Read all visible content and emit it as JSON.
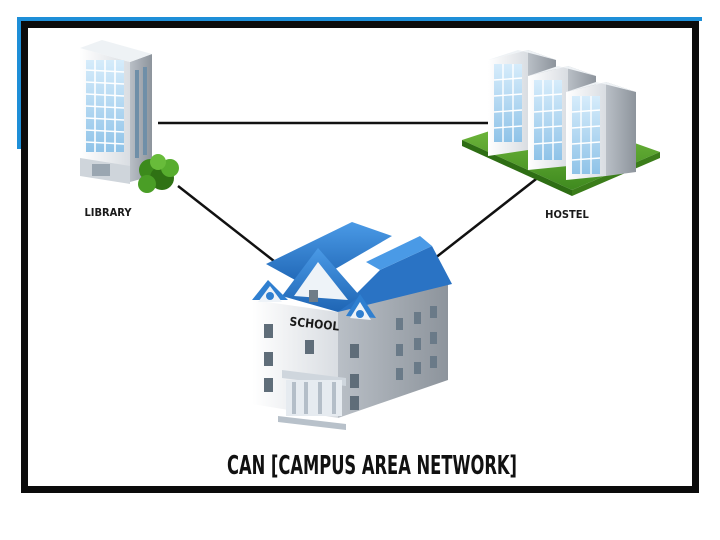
{
  "colors": {
    "frame": "#0b0b0b",
    "accent": "#1e8fd8",
    "roof": "#2f7fd0",
    "link": "#111111"
  },
  "nodes": {
    "library": {
      "label": "LIBRARY",
      "icon": "library-building-icon"
    },
    "hostel": {
      "label": "HOSTEL",
      "icon": "hostel-buildings-icon"
    },
    "school": {
      "label": "SCHOOL",
      "icon": "school-building-icon"
    }
  },
  "links": [
    {
      "from": "library",
      "to": "hostel"
    },
    {
      "from": "library",
      "to": "school"
    },
    {
      "from": "hostel",
      "to": "school"
    }
  ],
  "caption": "CAN [CAMPUS AREA NETWORK]"
}
